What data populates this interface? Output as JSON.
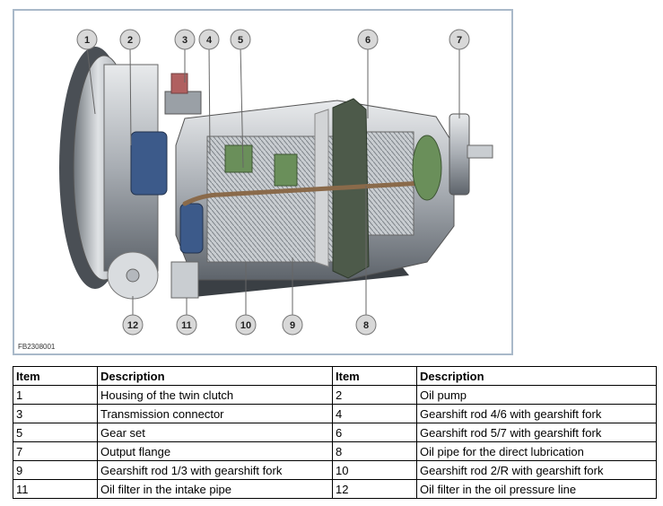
{
  "figure": {
    "code": "FB2308001",
    "callouts": [
      "1",
      "2",
      "3",
      "4",
      "5",
      "6",
      "7",
      "8",
      "9",
      "10",
      "11",
      "12"
    ]
  },
  "legend": {
    "headers": [
      "Item",
      "Description",
      "Item",
      "Description"
    ],
    "rows": [
      [
        "1",
        "Housing of the twin clutch",
        "2",
        "Oil pump"
      ],
      [
        "3",
        "Transmission connector",
        "4",
        "Gearshift rod 4/6 with gearshift fork"
      ],
      [
        "5",
        "Gear set",
        "6",
        "Gearshift rod 5/7 with gearshift fork"
      ],
      [
        "7",
        "Output flange",
        "8",
        "Oil pipe for the direct lubrication"
      ],
      [
        "9",
        "Gearshift rod 1/3 with gearshift fork",
        "10",
        "Gearshift rod 2/R with gearshift fork"
      ],
      [
        "11",
        "Oil filter in the intake pipe",
        "12",
        "Oil filter in the oil pressure line"
      ]
    ]
  },
  "colors": {
    "frame": "#a9b9c9",
    "callout_fill": "#d8d8d8",
    "metal": "#b4b8bd",
    "oil_pipe": "#8a6a4a",
    "green_part": "#6a8f5a",
    "blue_part": "#3c5a8a"
  }
}
